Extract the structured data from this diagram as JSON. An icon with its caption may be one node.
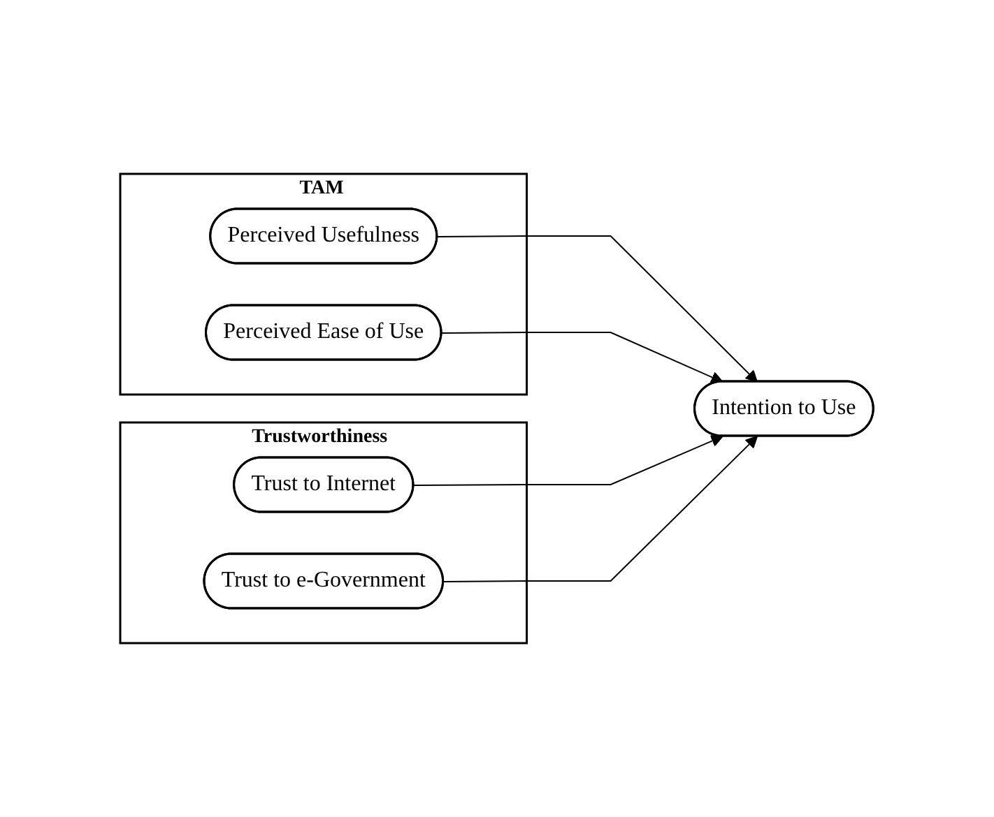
{
  "diagram": {
    "nodes": [
      {
        "text": [
          "TAM"
        ]
      },
      {
        "text": [
          "Perceived Usefulness"
        ],
        "in": 0
      },
      {
        "text": [
          "Perceived Ease of Use"
        ],
        "in": 0
      },
      {
        "text": [
          "Intention to Use"
        ]
      },
      {
        "text": [
          "Trustworthiness"
        ]
      },
      {
        "text": [
          "Trust to Internet"
        ],
        "in": 4
      },
      {
        "text": [
          "Trust to e-Government"
        ],
        "in": 4
      }
    ],
    "edges": [
      {
        "from": 1,
        "to": 3,
        "arrow": "to"
      },
      {
        "from": 2,
        "to": 3,
        "arrow": "to"
      },
      {
        "from": 5,
        "to": 3,
        "arrow": "to"
      },
      {
        "from": 6,
        "to": 3,
        "arrow": "to"
      }
    ]
  }
}
